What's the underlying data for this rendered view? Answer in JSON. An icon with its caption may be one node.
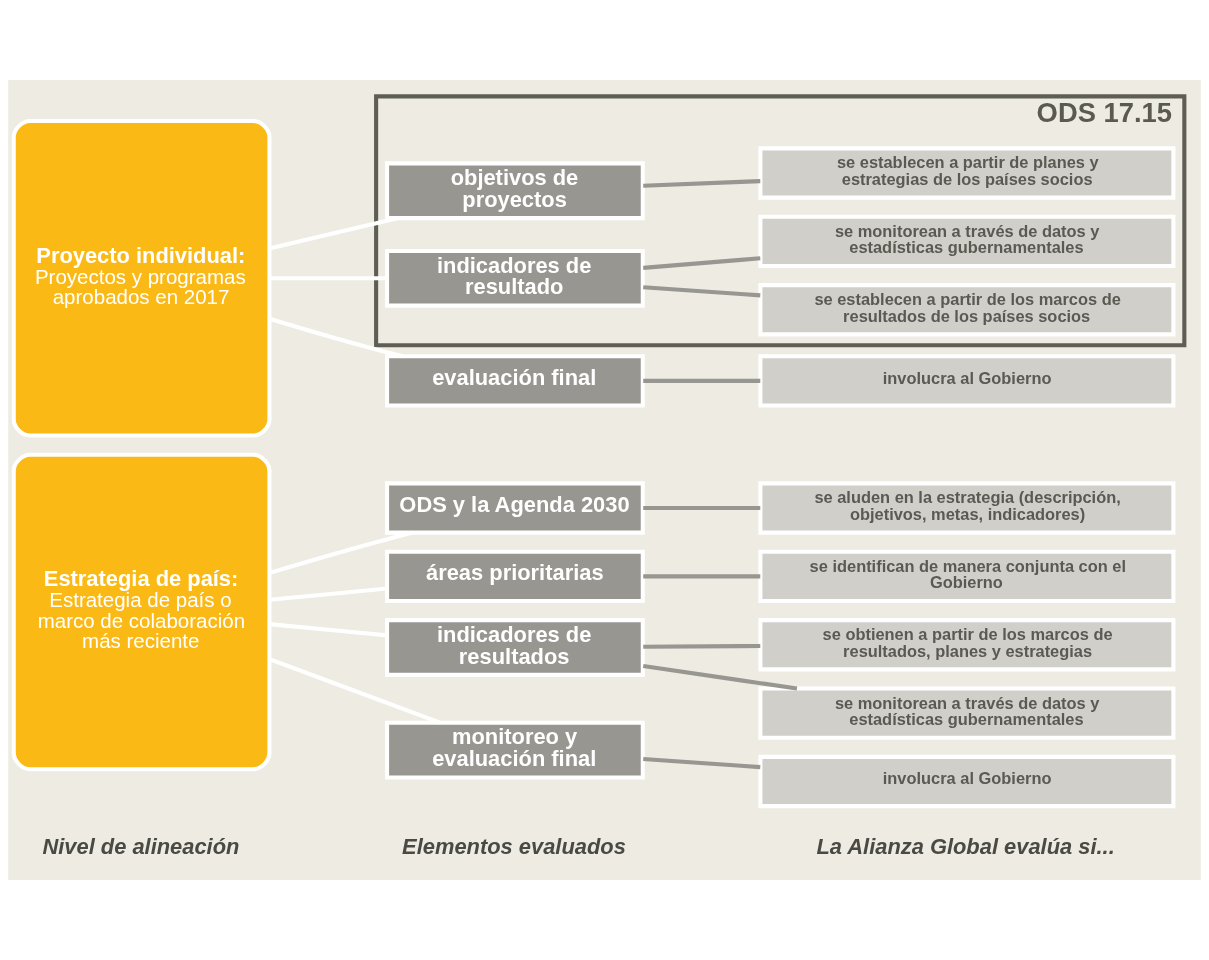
{
  "diagram": {
    "nodes": [
      {
        "text": [
          "Estrategia de país:",
          "Estrategia de país o marco de colaboración más reciente"
        ]
      },
      {
        "text": [
          "ODS y la Agenda 2030"
        ]
      },
      {
        "text": [
          "se aluden en la estrategia (descripción, objetivos, metas, indicadores)"
        ]
      },
      {
        "text": [
          "áreas prioritarias"
        ]
      },
      {
        "text": [
          "se identifican de manera conjunta con el Gobierno"
        ]
      },
      {
        "text": [
          "indicadores de resultados"
        ]
      },
      {
        "text": [
          "se obtienen a partir de los marcos de resultados, planes y estrategias"
        ]
      },
      {
        "text": [
          "se monitorean a través de datos y estadísticas gubernamentales"
        ]
      },
      {
        "text": [
          "monitoreo y evaluación final"
        ]
      },
      {
        "text": [
          "involucra al Gobierno"
        ]
      },
      {
        "text": [
          "Proyecto individual:",
          "Proyectos y programas aprobados en 2017"
        ]
      },
      {
        "text": [
          "ODS 17.15"
        ]
      },
      {
        "text": [
          "objetivos de proyectos"
        ],
        "in": 11
      },
      {
        "text": [
          "se establecen a partir de planes y estrategias de los países socios"
        ],
        "in": 11
      },
      {
        "text": [
          "indicadores de resultado"
        ],
        "in": 11
      },
      {
        "text": [
          "se establecen a partir de los marcos de resultados de los países socios"
        ],
        "in": 11
      },
      {
        "text": [
          "se monitorean a través de datos y estadísticas gubernamentales"
        ],
        "in": 11
      },
      {
        "text": [
          "evaluación final"
        ]
      },
      {
        "text": [
          "involucra al Gobierno"
        ]
      }
    ],
    "edges": [
      {
        "from": 0,
        "to": 1,
        "arrow": "none",
        "color": "#ffffff"
      },
      {
        "from": 0,
        "to": 3,
        "arrow": "none",
        "color": "#ffffff"
      },
      {
        "from": 0,
        "to": 5,
        "arrow": "none",
        "color": "#ffffff"
      },
      {
        "from": 0,
        "to": 8,
        "arrow": "none",
        "color": "#ffffff"
      },
      {
        "from": 1,
        "to": 2,
        "arrow": "none"
      },
      {
        "from": 3,
        "to": 4,
        "arrow": "none"
      },
      {
        "from": 5,
        "to": 6,
        "arrow": "none"
      },
      {
        "from": 5,
        "to": 7,
        "arrow": "none"
      },
      {
        "from": 8,
        "to": 9,
        "arrow": "none"
      },
      {
        "from": 10,
        "to": 12,
        "arrow": "none",
        "color": "#ffffff"
      },
      {
        "from": 10,
        "to": 14,
        "arrow": "none",
        "color": "#ffffff"
      },
      {
        "from": 10,
        "to": 17,
        "arrow": "none",
        "color": "#ffffff"
      },
      {
        "from": 12,
        "to": 13,
        "arrow": "none"
      },
      {
        "from": 14,
        "to": 15,
        "arrow": "none"
      },
      {
        "from": 14,
        "to": 16,
        "arrow": "none"
      },
      {
        "from": 17,
        "to": 18,
        "arrow": "none"
      }
    ],
    "labels": [
      "Nivel de alineación",
      "Elementos evaluados",
      "La Alianza Global evalúa si..."
    ]
  }
}
